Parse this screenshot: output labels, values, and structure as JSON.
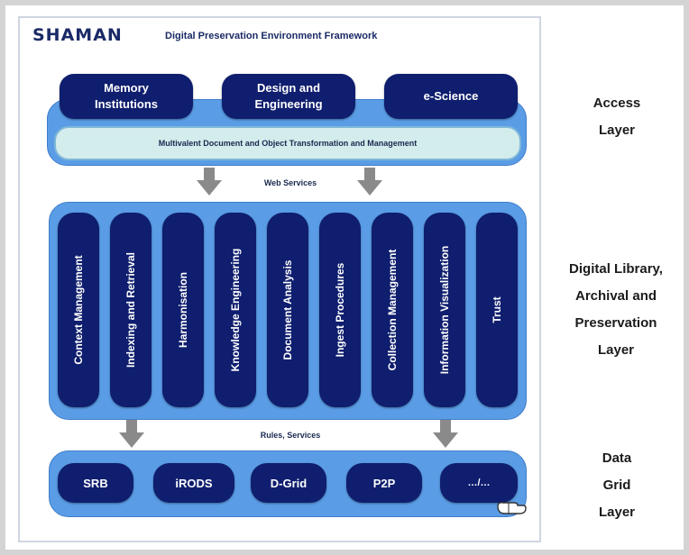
{
  "title": {
    "main": "SHAMAN",
    "subtitle": "Digital Preservation Environment Framework"
  },
  "access": {
    "boxes": [
      {
        "line1": "Memory",
        "line2": "Institutions"
      },
      {
        "line1": "Design and",
        "line2": "Engineering"
      },
      {
        "line1": "e-Science",
        "line2": ""
      }
    ],
    "bar": "Multivalent Document and Object Transformation and Management",
    "connector": "Web Services"
  },
  "library": {
    "pillars": [
      "Context Management",
      "Indexing and Retrieval",
      "Harmonisation",
      "Knowledge Engineering",
      "Document Analysis",
      "Ingest Procedures",
      "Collection Management",
      "Information Visualization",
      "Trust"
    ],
    "connector": "Rules, Services"
  },
  "grid": {
    "items": [
      "SRB",
      "iRODS",
      "D-Grid",
      "P2P",
      "…/…"
    ]
  },
  "layers": {
    "access": [
      "Access",
      "Layer"
    ],
    "library": [
      "Digital Library,",
      "Archival and",
      "Preservation",
      "Layer"
    ],
    "grid": [
      "Data",
      "Grid",
      "Layer"
    ]
  },
  "colors": {
    "dark_box": "#0f1e6e",
    "band": "#5a9de6",
    "bar": "#d3ecec",
    "arrow": "#8a8a8a"
  }
}
